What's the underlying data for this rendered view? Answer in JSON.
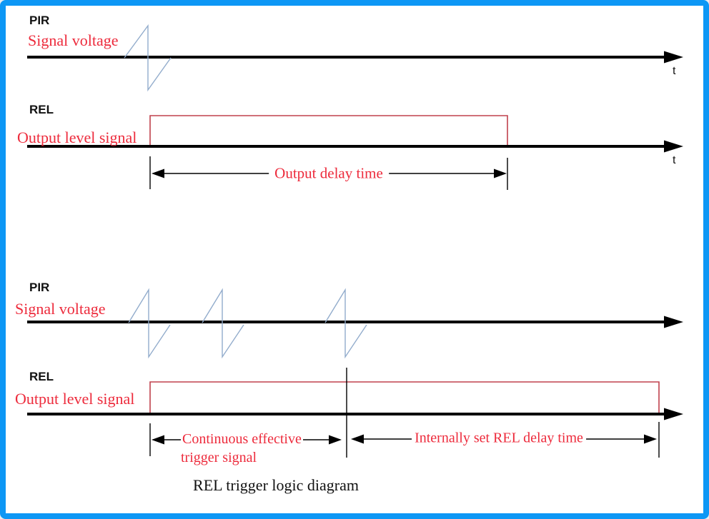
{
  "figure": {
    "type": "timing-diagram",
    "caption": "REL trigger logic diagram"
  },
  "colors": {
    "frame_border": "#0d97f5",
    "axis_black": "#000000",
    "red_text": "#ed2b3c",
    "pulse_red": "#c0414d",
    "signal_blue": "#92accc",
    "background": "#ffffff"
  },
  "top_diagram": {
    "pir_label": "PIR",
    "pir_sublabel": "Signal voltage",
    "pir_axis_t": "t",
    "rel_label": "REL",
    "rel_sublabel": "Output level signal",
    "rel_axis_t": "t",
    "delay_annotation": "Output delay time"
  },
  "bottom_diagram": {
    "pir_label": "PIR",
    "pir_sublabel": "Signal voltage",
    "rel_label": "REL",
    "rel_sublabel": "Output level signal",
    "trigger_annotation_line1": "Continuous effective",
    "trigger_annotation_line2": "trigger signal",
    "delay_annotation": "Internally set REL delay time"
  }
}
